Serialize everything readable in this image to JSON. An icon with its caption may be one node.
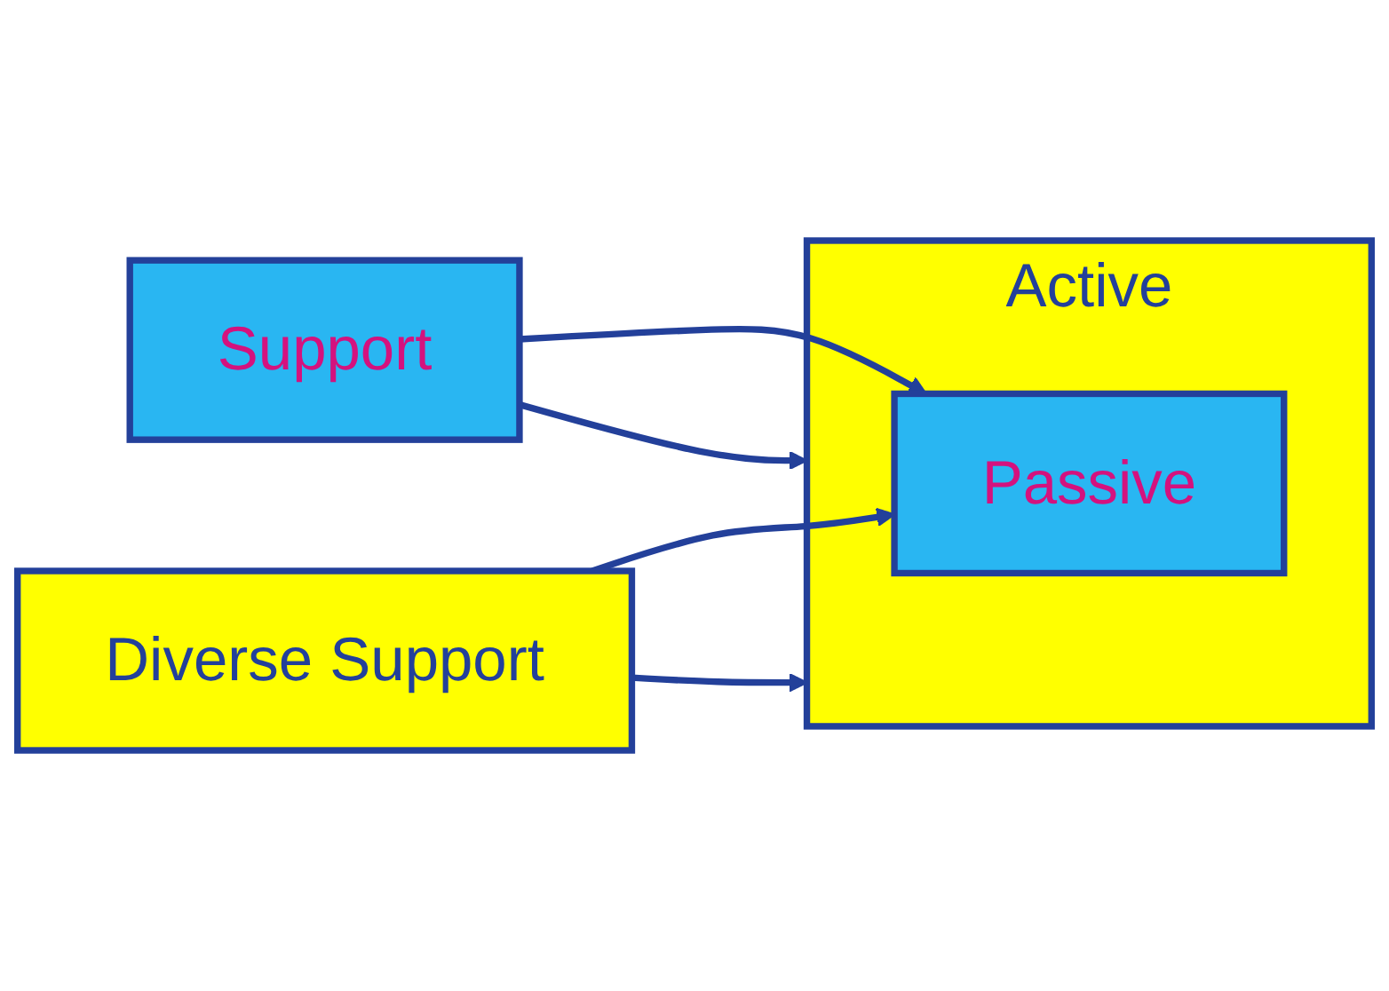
{
  "diagram": {
    "nodes": [
      {
        "text": [
          "Support"
        ]
      },
      {
        "text": [
          "Active"
        ]
      },
      {
        "text": [
          "Passive"
        ],
        "in": 1
      },
      {
        "text": [
          "Diverse Support"
        ]
      }
    ],
    "edges": [
      {
        "from": 0,
        "to": 2,
        "arrow": "to"
      },
      {
        "from": 0,
        "to": 1,
        "arrow": "to"
      },
      {
        "from": 3,
        "to": 1,
        "arrow": "to"
      },
      {
        "from": 3,
        "to": 2,
        "arrow": "to"
      }
    ]
  }
}
